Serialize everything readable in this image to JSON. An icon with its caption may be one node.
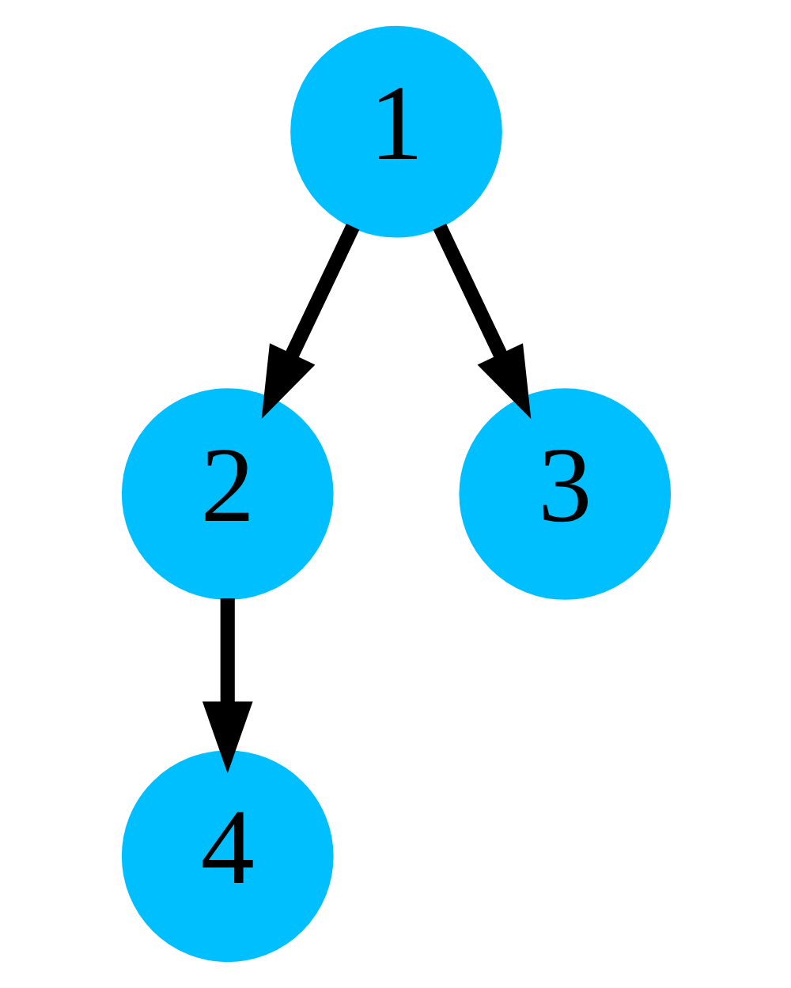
{
  "diagram": {
    "nodes": [
      {
        "text": [
          "1"
        ]
      },
      {
        "text": [
          "2"
        ]
      },
      {
        "text": [
          "3"
        ]
      },
      {
        "text": [
          "4"
        ]
      }
    ],
    "edges": [
      {
        "from": 0,
        "to": 1,
        "arrow": "to"
      },
      {
        "from": 0,
        "to": 2,
        "arrow": "to"
      },
      {
        "from": 1,
        "to": 3,
        "arrow": "to"
      }
    ]
  }
}
